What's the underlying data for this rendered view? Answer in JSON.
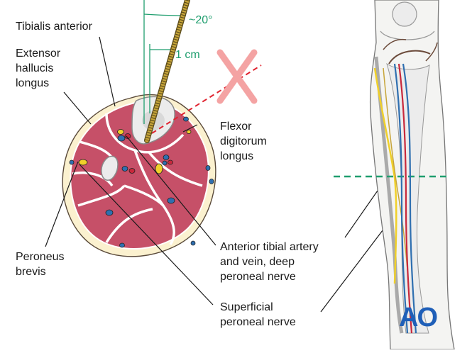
{
  "labels": {
    "tibialis_anterior": "Tibialis anterior",
    "extensor_hallucis_longus": [
      "Extensor",
      "hallucis",
      "longus"
    ],
    "flexor_digitorum_longus": [
      "Flexor",
      "digitorum",
      "longus"
    ],
    "peroneus_brevis": [
      "Peroneus",
      "brevis"
    ],
    "anterior_tibial_bundle": [
      "Anterior tibial artery",
      "and vein, deep",
      "peroneal nerve"
    ],
    "superficial_peroneal_nerve": [
      "Superficial",
      "peroneal nerve"
    ]
  },
  "annotations": {
    "angle": "~20°",
    "distance": "1 cm"
  },
  "logo": "AO",
  "colors": {
    "muscle": "#c65068",
    "muscle_outline": "#ffffff",
    "fat": "#fbf1cf",
    "bone": "#ececec",
    "artery": "#c8283c",
    "vein": "#2f6fb0",
    "nerve": "#f0d02a",
    "guide": "#1f9e6e",
    "forbidden": "#f4a3a3",
    "forbidden_line": "#e0232f"
  }
}
